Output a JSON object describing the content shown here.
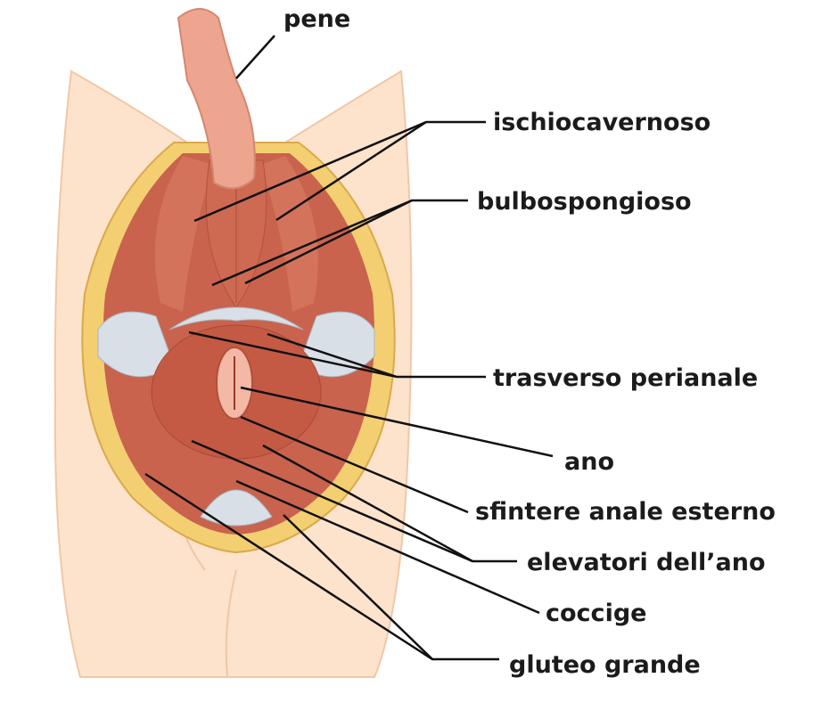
{
  "labels": {
    "pene": "pene",
    "ischiocavernoso": "ischiocavernoso",
    "bulbospongioso": "bulbospongioso",
    "trasverso": "trasverso perianale",
    "ano": "ano",
    "sfintere": "sfintere anale esterno",
    "elevatori": "elevatori dell’ano",
    "coccige": "coccige",
    "gluteo": "gluteo grande"
  },
  "colors": {
    "skin": "#fde3cc",
    "fat": "#f3cf72",
    "muscle": "#c9634d",
    "ligament": "#d9dfe6",
    "penis": "#eea58f",
    "line": "#111111"
  }
}
